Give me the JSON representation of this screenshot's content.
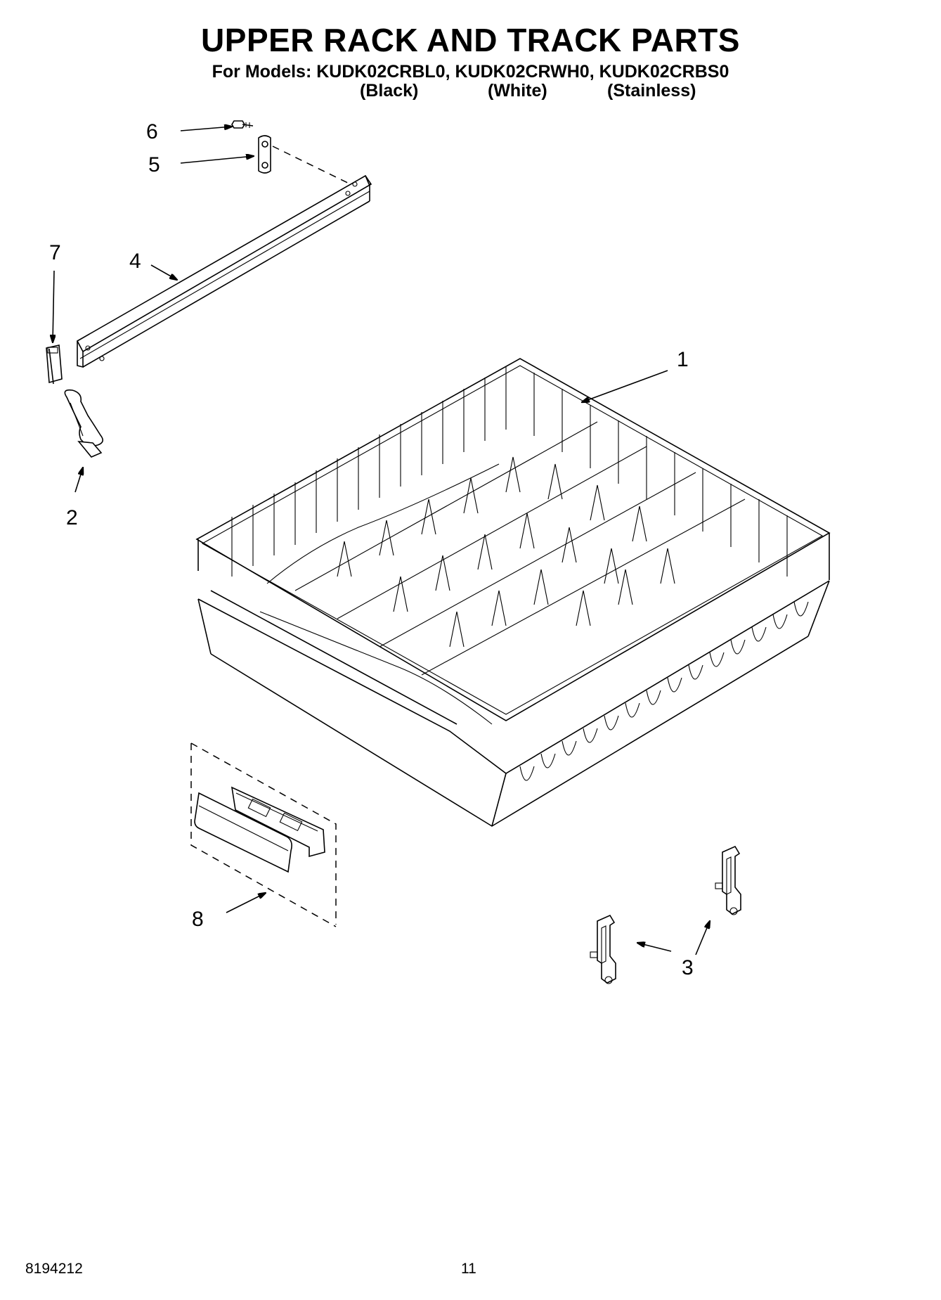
{
  "header": {
    "title": "UPPER RACK AND TRACK PARTS",
    "models_line": "For Models: KUDK02CRBL0, KUDK02CRWH0, KUDK02CRBS0",
    "variants": [
      "(Black)",
      "(White)",
      "(Stainless)"
    ]
  },
  "callouts": [
    "1",
    "2",
    "3",
    "4",
    "5",
    "6",
    "7",
    "8"
  ],
  "footer": {
    "document_number": "8194212",
    "page_number": "11"
  },
  "icons": {
    "part_1": "dish-rack-icon",
    "part_2": "rack-stop-clip-icon",
    "part_3": "rack-adjuster-icon",
    "part_4": "track-rail-icon",
    "part_5": "end-cap-plate-icon",
    "part_6": "screw-icon",
    "part_7": "track-stop-icon",
    "part_8": "handle-kit-icon"
  }
}
